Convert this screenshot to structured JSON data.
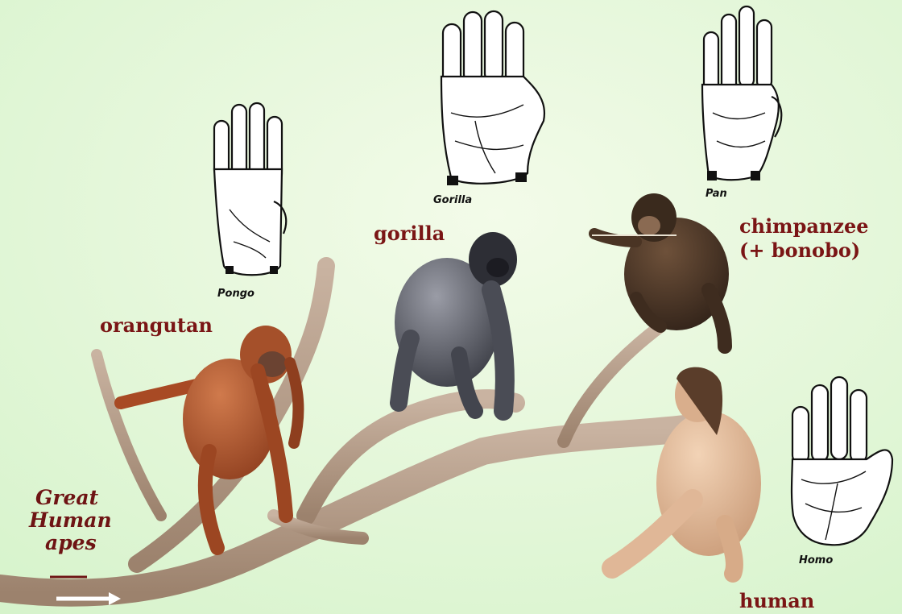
{
  "labels": {
    "orangutan": "orangutan",
    "gorilla": "gorilla",
    "chimp_line1": "chimpanzee",
    "chimp_line2": "(+ bonobo)",
    "human": "human"
  },
  "hand_captions": {
    "pongo": "Pongo",
    "gorilla": "Gorilla",
    "pan": "Pan",
    "homo": "Homo"
  },
  "corner_text": {
    "line1": "Great",
    "line2": "Human",
    "line3": "apes"
  },
  "colors": {
    "background": "#dff5d4",
    "label": "#7a1515",
    "branch": "#b39a86",
    "orangutan": "#b5562e",
    "gorilla": "#5b5d66",
    "chimpanzee": "#4a3424",
    "human_skin": "#e6bf9f"
  }
}
